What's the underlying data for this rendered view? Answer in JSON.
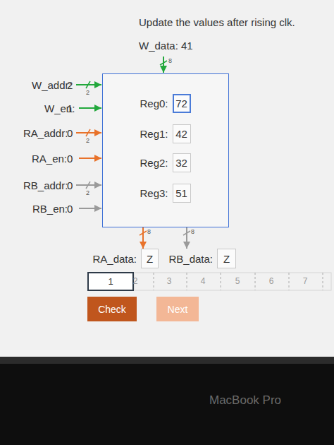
{
  "diagram": {
    "title": "Update the values after rising clk.",
    "nodes": [
      {
        "text": []
      },
      {
        "text": [
          "Reg0:",
          "72"
        ],
        "in": 0
      },
      {
        "text": [
          "Reg1:",
          "42"
        ],
        "in": 0
      },
      {
        "text": [
          "Reg2:",
          "32"
        ],
        "in": 0
      },
      {
        "text": [
          "Reg3:",
          "51"
        ],
        "in": 0
      },
      {
        "text": [
          "RA_data:",
          "Z"
        ]
      },
      {
        "text": [
          "RB_data:",
          "Z"
        ]
      },
      {
        "text": [
          "1"
        ]
      },
      {
        "text": [
          "Check"
        ]
      },
      {
        "text": [
          "Next"
        ]
      }
    ],
    "edges": [
      {
        "from": 0,
        "to": 5,
        "arrow": "to",
        "label": "8"
      },
      {
        "from": 0,
        "to": 6,
        "arrow": "to",
        "label": "8"
      }
    ],
    "labels": [
      "W_data: 41",
      "8",
      "W_addr:",
      "2",
      "2",
      "W_en:",
      "1",
      "RA_addr:",
      "0",
      "2",
      "RA_en:",
      "0",
      "RB_addr:",
      "0",
      "2",
      "RB_en:",
      "0",
      "2",
      "3",
      "4",
      "5",
      "6",
      "7",
      "MacBook Pro"
    ]
  }
}
